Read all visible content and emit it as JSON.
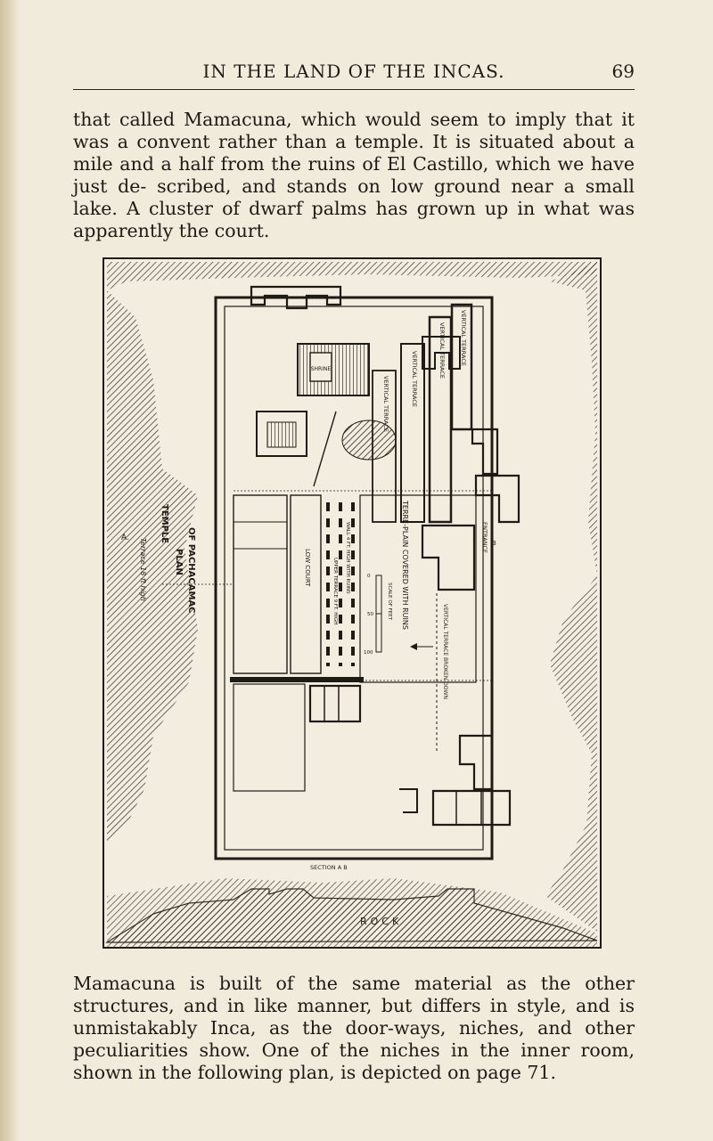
{
  "header": {
    "title": "IN THE LAND OF THE INCAS.",
    "page_number": "69"
  },
  "paragraph_1": "that called Mamacuna, which would seem to imply that it was a convent rather than a temple. It is situated about a mile and a half from the ruins of El Castillo, which we have just de- scribed, and stands on low ground near a small lake. A cluster of dwarf palms has grown up in what was apparently the court.",
  "plan": {
    "title_line_1": "PLAN",
    "title_line_2": "OF PACHACAMAC",
    "temple_label": "TEMPLE",
    "terrace_label": "Terrace 18 ft high",
    "label_a": "A.",
    "label_b": "B",
    "entrance_label": "ENTRANCE",
    "shrine_label": "SHRINE",
    "low_court_label": "LOW COURT",
    "terre_plain_label": "TERRE-PLAIN COVERED WITH RUINS",
    "upper_terrace_label": "UPPER TERRACE 9 FT. HIGH",
    "wall_ruins_label": "WALL 4 FT. HIGH WITH RUINS",
    "scale_label": "SCALE OF FEET",
    "scale_ticks": [
      "0",
      "50",
      "100"
    ],
    "vertical_terrace_label": "VERTICAL TERRACE",
    "vertical_terrace_broken_label": "VERTICAL TERRACE BROKEN DOWN",
    "section_label": "SECTION A B",
    "rock_label": "ROCK"
  },
  "paragraph_2": "Mamacuna is built of the same material as the other structures, and in like manner, but differs in style, and is unmistakably Inca, as the door-ways, niches, and other peculiarities show. One of the niches in the inner room, shown in the following plan, is depicted on page 71."
}
